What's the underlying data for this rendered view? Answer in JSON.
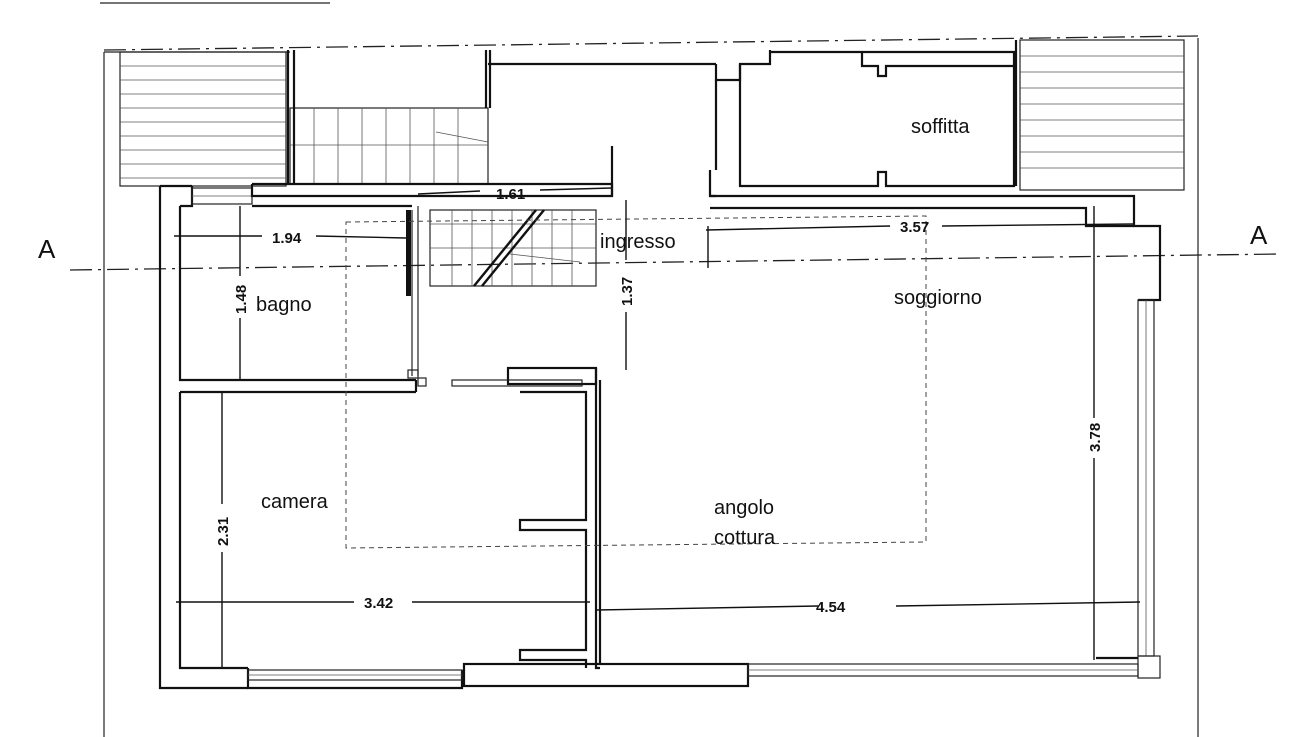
{
  "rooms": {
    "soffitta": "soffitta",
    "ingresso": "ingresso",
    "soggiorno": "soggiorno",
    "bagno": "bagno",
    "camera": "camera",
    "angolo": "angolo",
    "cottura": "cottura"
  },
  "section_marks": {
    "left": "A",
    "right": "A"
  },
  "dimensions": {
    "d161": "1.61",
    "d194": "1.94",
    "d357": "3.57",
    "d148": "1.48",
    "d137": "1.37",
    "d378": "3.78",
    "d231": "2.31",
    "d342": "3.42",
    "d454": "4.54"
  }
}
